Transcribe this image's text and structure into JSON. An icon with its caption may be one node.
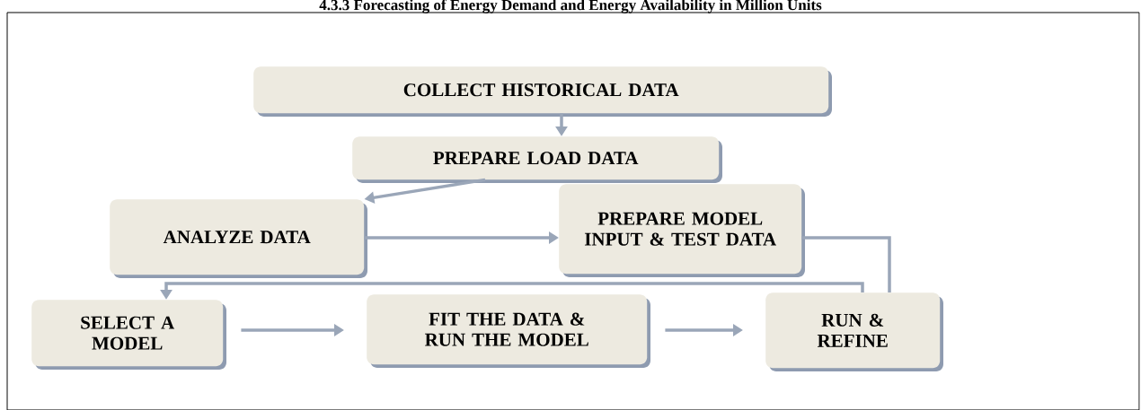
{
  "diagram": {
    "title": "4.3.3 Forecasting of Energy Demand and Energy Availability in Million Units",
    "nodes": [
      {
        "text": [
          "COLLECT HISTORICAL DATA"
        ]
      },
      {
        "text": [
          "PREPARE LOAD DATA"
        ]
      },
      {
        "text": [
          "ANALYZE DATA"
        ]
      },
      {
        "text": [
          "PREPARE MODEL INPUT & TEST DATA"
        ]
      },
      {
        "text": [
          "SELECT A MODEL"
        ]
      },
      {
        "text": [
          "FIT THE DATA & RUN THE MODEL"
        ]
      },
      {
        "text": [
          "RUN & REFINE"
        ]
      }
    ],
    "edges": [
      {
        "from": 0,
        "to": 1,
        "arrow": "to"
      },
      {
        "from": 1,
        "to": 2,
        "arrow": "to"
      },
      {
        "from": 2,
        "to": 3,
        "arrow": "to"
      },
      {
        "from": 3,
        "to": 6,
        "arrow": "none"
      },
      {
        "from": 6,
        "to": 4,
        "arrow": "to"
      },
      {
        "from": 4,
        "to": 5,
        "arrow": "to"
      },
      {
        "from": 5,
        "to": 6,
        "arrow": "to"
      }
    ]
  }
}
